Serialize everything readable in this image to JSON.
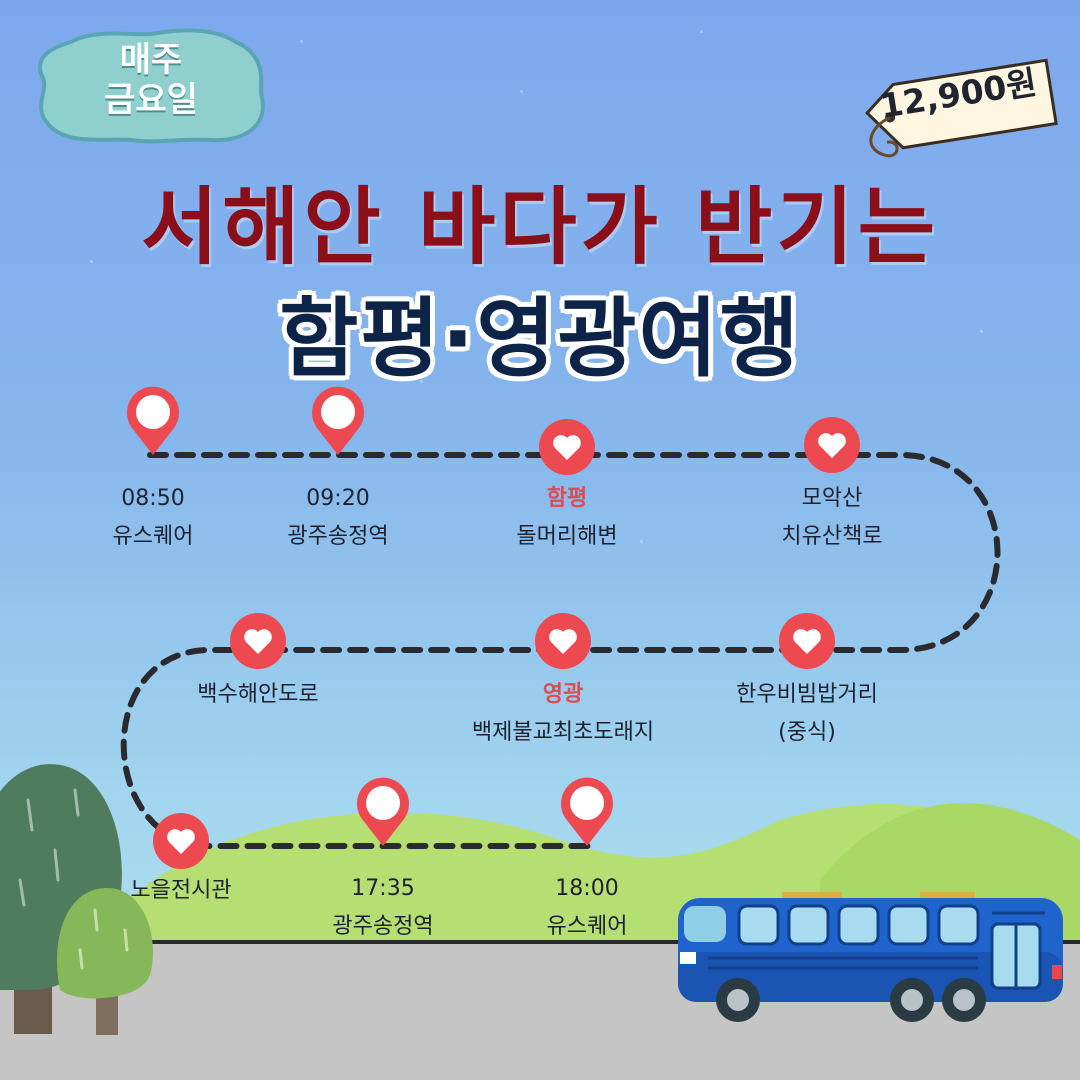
{
  "badge": {
    "line1": "매주",
    "line2": "금요일"
  },
  "price": "12,900원",
  "title": {
    "line1": "서해안 바다가 반기는",
    "line2": "함평·영광여행"
  },
  "stops": [
    {
      "id": "s1",
      "time": "08:50",
      "name": "유스퀘어",
      "marker": "pin"
    },
    {
      "id": "s2",
      "time": "09:20",
      "name": "광주송정역",
      "marker": "pin"
    },
    {
      "id": "s3",
      "region": "함평",
      "name": "돌머리해변",
      "marker": "heart"
    },
    {
      "id": "s4",
      "line1": "모악산",
      "line2": "치유산책로",
      "marker": "heart"
    },
    {
      "id": "s5",
      "line1": "한우비빔밥거리",
      "line2": "(중식)",
      "marker": "heart"
    },
    {
      "id": "s6",
      "region": "영광",
      "name": "백제불교최초도래지",
      "marker": "heart"
    },
    {
      "id": "s7",
      "name": "백수해안도로",
      "marker": "heart"
    },
    {
      "id": "s8",
      "name": "노을전시관",
      "marker": "heart"
    },
    {
      "id": "s9",
      "time": "17:35",
      "name": "광주송정역",
      "marker": "pin"
    },
    {
      "id": "s10",
      "time": "18:00",
      "name": "유스퀘어",
      "marker": "pin"
    }
  ],
  "colors": {
    "marker_red": "#ec4a50",
    "title_red": "#8a0f18",
    "title_navy": "#0d2448",
    "bus_blue": "#1f63cc",
    "badge_teal": "#8fd0cf"
  },
  "icons": {
    "pin": "location-pin-icon",
    "heart": "heart-marker-icon",
    "bus": "bus-icon",
    "tree": "tree-icon"
  }
}
